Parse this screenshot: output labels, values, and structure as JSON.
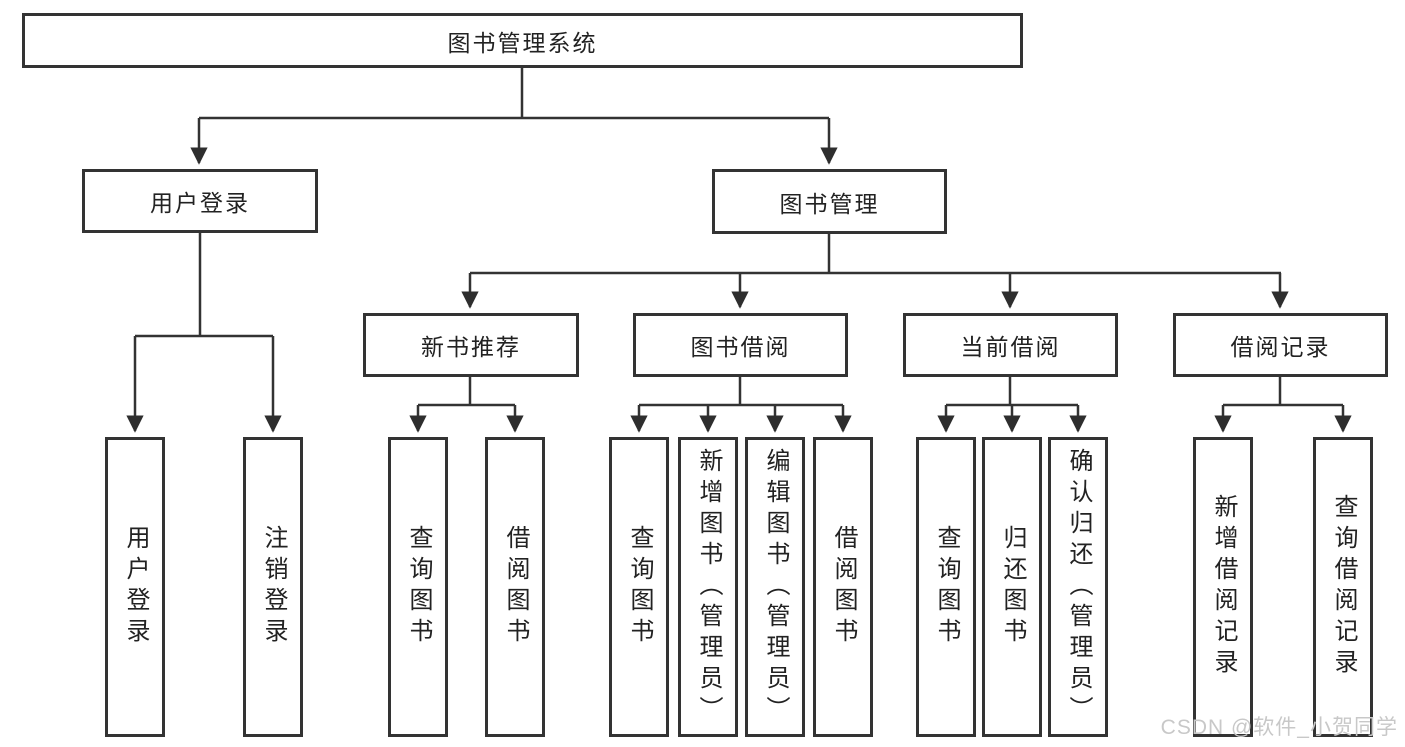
{
  "diagram": {
    "tree": {
      "root": {
        "label": "图书管理系统",
        "children": [
          {
            "label": "用户登录",
            "children": [
              {
                "label": "用户登录"
              },
              {
                "label": "注销登录"
              }
            ]
          },
          {
            "label": "图书管理",
            "children": [
              {
                "label": "新书推荐",
                "children": [
                  {
                    "label": "查询图书"
                  },
                  {
                    "label": "借阅图书"
                  }
                ]
              },
              {
                "label": "图书借阅",
                "children": [
                  {
                    "label": "查询图书"
                  },
                  {
                    "label": "新增图书（管理员）"
                  },
                  {
                    "label": "编辑图书（管理员）"
                  },
                  {
                    "label": "借阅图书"
                  }
                ]
              },
              {
                "label": "当前借阅",
                "children": [
                  {
                    "label": "查询图书"
                  },
                  {
                    "label": "归还图书"
                  },
                  {
                    "label": "确认归还（管理员）"
                  }
                ]
              },
              {
                "label": "借阅记录",
                "children": [
                  {
                    "label": "新增借阅记录"
                  },
                  {
                    "label": "查询借阅记录"
                  }
                ]
              }
            ]
          }
        ]
      }
    },
    "colors": {
      "line": "#333333",
      "box_border": "#333333",
      "text": "#222222",
      "watermark": "#c8c8c8",
      "background": "#ffffff"
    },
    "watermark_text": "CSDN @软件_小贺同学"
  }
}
